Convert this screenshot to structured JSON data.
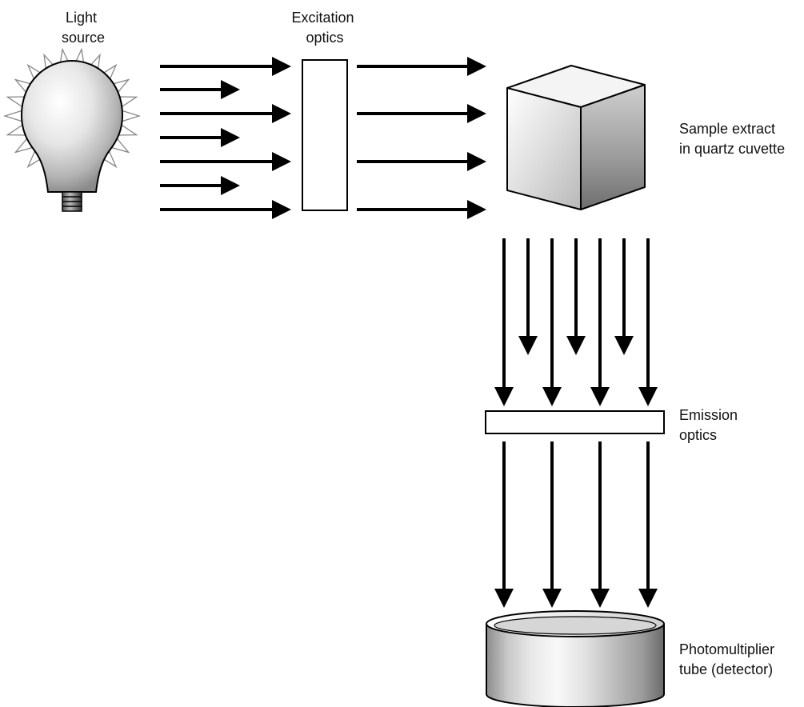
{
  "labels": {
    "light_source": [
      "Light",
      "source"
    ],
    "excitation_optics": [
      "Excitation",
      "optics"
    ],
    "sample": [
      "Sample extract",
      "in quartz cuvette"
    ],
    "emission_optics": [
      "Emission",
      "optics"
    ],
    "detector": [
      "Photomultiplier",
      "tube (detector)"
    ]
  },
  "colors": {
    "line": "#000000",
    "background": "#ffffff"
  }
}
